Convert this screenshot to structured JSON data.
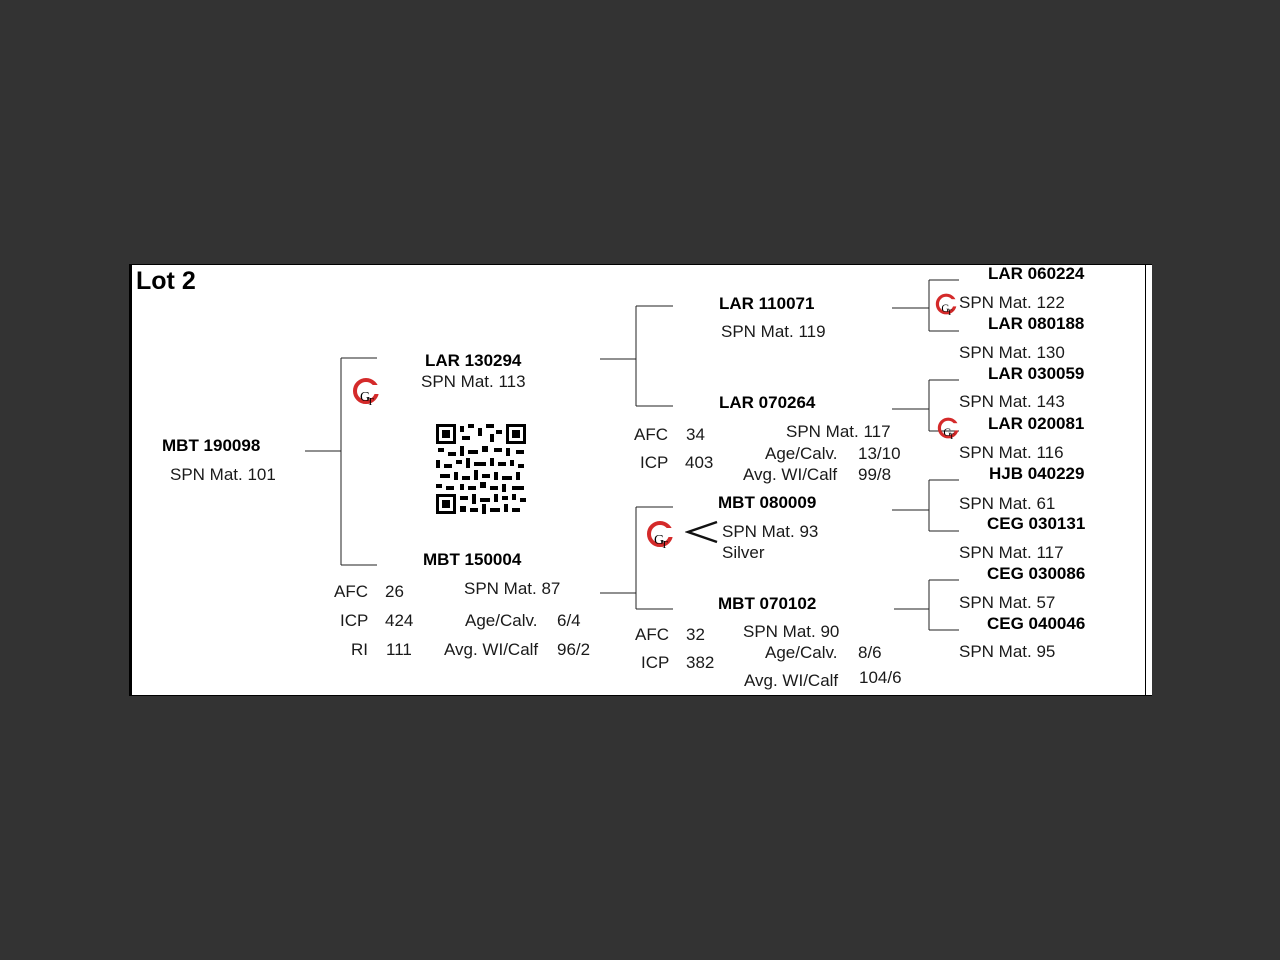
{
  "lot_title": "Lot 2",
  "animal": {
    "id": "MBT 190098",
    "spn": "SPN Mat. 101"
  },
  "sire": {
    "id": "LAR 130294",
    "spn": "SPN Mat. 113"
  },
  "dam": {
    "id": "MBT 150004",
    "spn": "SPN Mat. 87",
    "afc_label": "AFC",
    "afc": "26",
    "icp_label": "ICP",
    "icp": "424",
    "ri_label": "RI",
    "ri": "111",
    "age_label": "Age/Calv.",
    "age": "6/4",
    "wi_label": "Avg. WI/Calf",
    "wi": "96/2"
  },
  "ss": {
    "id": "LAR 110071",
    "spn": "SPN Mat. 119"
  },
  "sd": {
    "id": "LAR 070264",
    "spn": "SPN Mat. 117",
    "afc_label": "AFC",
    "afc": "34",
    "icp_label": "ICP",
    "icp": "403",
    "age_label": "Age/Calv.",
    "age": "13/10",
    "wi_label": "Avg. WI/Calf",
    "wi": "99/8"
  },
  "ds": {
    "id": "MBT 080009",
    "spn": "SPN Mat. 93",
    "grade": "Silver"
  },
  "dd": {
    "id": "MBT 070102",
    "spn": "SPN Mat. 90",
    "afc_label": "AFC",
    "afc": "32",
    "icp_label": "ICP",
    "icp": "382",
    "age_label": "Age/Calv.",
    "age": "8/6",
    "wi_label": "Avg. WI/Calf",
    "wi": "104/6"
  },
  "ggp": [
    {
      "id": "LAR 060224",
      "spn": "SPN Mat. 122"
    },
    {
      "id": "LAR 080188",
      "spn": "SPN Mat. 130"
    },
    {
      "id": "LAR 030059",
      "spn": "SPN Mat. 143"
    },
    {
      "id": "LAR 020081",
      "spn": "SPN Mat. 116"
    },
    {
      "id": "HJB 040229",
      "spn": "SPN Mat. 61"
    },
    {
      "id": "CEG 030131",
      "spn": "SPN Mat. 117"
    },
    {
      "id": "CEG 030086",
      "spn": "SPN Mat. 57"
    },
    {
      "id": "CEG 040046",
      "spn": "SPN Mat. 95"
    }
  ],
  "icons": {
    "gt_logo": "gt-genetics-logo",
    "qr": "qr-code",
    "bracket": "less-than-bracket"
  },
  "colors": {
    "background": "#333333",
    "sheet": "#ffffff",
    "logo_red": "#d42a2a"
  }
}
